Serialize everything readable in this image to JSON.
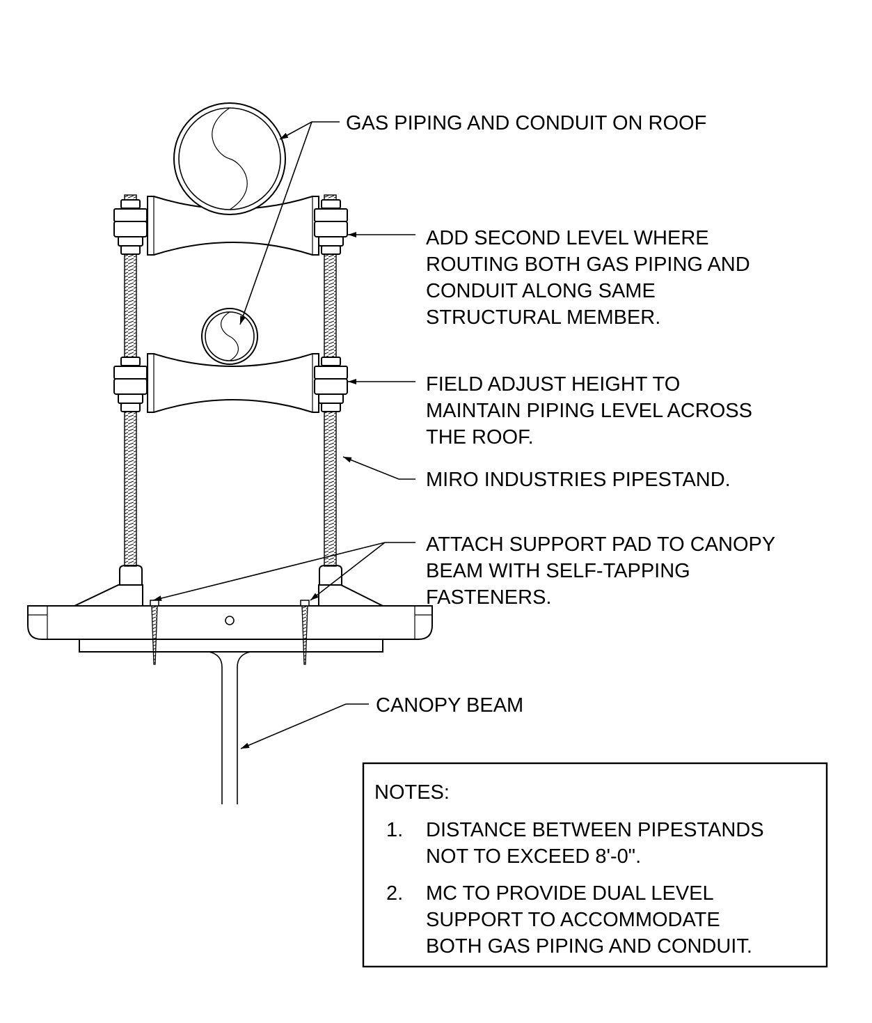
{
  "callouts": {
    "gas_piping": [
      "GAS PIPING AND CONDUIT ON ROOF"
    ],
    "second_level": [
      "ADD SECOND LEVEL WHERE",
      "ROUTING BOTH GAS PIPING AND",
      "CONDUIT ALONG SAME",
      "STRUCTURAL MEMBER."
    ],
    "field_adjust": [
      "FIELD ADJUST HEIGHT TO",
      "MAINTAIN PIPING LEVEL ACROSS",
      "THE ROOF."
    ],
    "pipestand": [
      "MIRO INDUSTRIES PIPESTAND."
    ],
    "support_pad": [
      "ATTACH SUPPORT PAD TO CANOPY",
      "BEAM WITH SELF-TAPPING",
      "FASTENERS."
    ],
    "canopy_beam": [
      "CANOPY BEAM"
    ]
  },
  "notes": {
    "title": "NOTES:",
    "items": [
      {
        "num": "1.",
        "lines": [
          "DISTANCE BETWEEN PIPESTANDS",
          "NOT TO EXCEED 8'-0\"."
        ]
      },
      {
        "num": "2.",
        "lines": [
          "MC TO PROVIDE DUAL LEVEL",
          "SUPPORT TO ACCOMMODATE",
          "BOTH GAS PIPING AND CONDUIT."
        ]
      }
    ]
  }
}
